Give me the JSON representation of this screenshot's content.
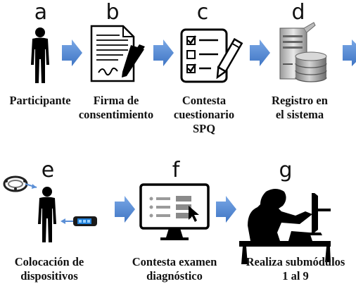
{
  "steps": [
    {
      "letter": "a",
      "lines": [
        "Participante"
      ]
    },
    {
      "letter": "b",
      "lines": [
        "Firma de",
        "consentimiento"
      ]
    },
    {
      "letter": "c",
      "lines": [
        "Contesta",
        "cuestionario",
        "SPQ"
      ]
    },
    {
      "letter": "d",
      "lines": [
        "Registro en",
        "el sistema"
      ]
    },
    {
      "letter": "e",
      "lines": [
        "Colocación de",
        "dispositivos"
      ]
    },
    {
      "letter": "f",
      "lines": [
        "Contesta examen",
        "diagnóstico"
      ]
    },
    {
      "letter": "g",
      "lines": [
        "Realiza submódulos",
        "1 al 9"
      ]
    }
  ],
  "icons": [
    "person-icon",
    "signed-document-icon",
    "checklist-icon",
    "server-database-icon",
    "eeg-headset-icon",
    "wristband-icon",
    "monitor-exam-icon",
    "person-at-computer-icon"
  ],
  "colors": {
    "arrow": "#5b8fd6",
    "text": "#111111",
    "figure": "#000000"
  }
}
